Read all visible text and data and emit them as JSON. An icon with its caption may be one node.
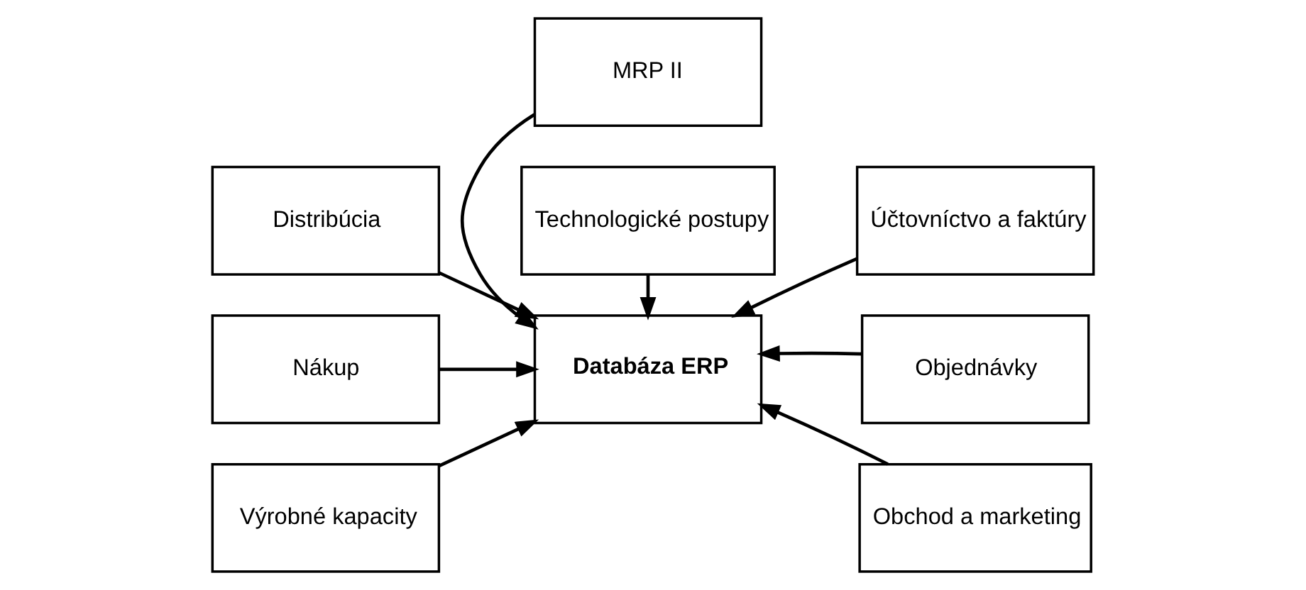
{
  "diagram": {
    "nodes": [
      {
        "text": [
          "MRP II"
        ]
      },
      {
        "text": [
          "Distribúcia"
        ]
      },
      {
        "text": [
          "Účtovníctvo a faktúry"
        ]
      },
      {
        "text": [
          "Nákup"
        ]
      },
      {
        "text": [
          "Databáza ERP"
        ]
      },
      {
        "text": [
          "Objednávky"
        ]
      },
      {
        "text": [
          "Výrobné kapacity"
        ]
      },
      {
        "text": [
          "Obchod a marketing"
        ]
      },
      {
        "text": [
          "Technologické postupy"
        ]
      }
    ],
    "edges": [
      {
        "from": 0,
        "to": 4,
        "arrow": "to"
      },
      {
        "from": 1,
        "to": 4,
        "arrow": "to"
      },
      {
        "from": 2,
        "to": 4,
        "arrow": "to"
      },
      {
        "from": 3,
        "to": 4,
        "arrow": "to"
      },
      {
        "from": 5,
        "to": 4,
        "arrow": "to"
      },
      {
        "from": 6,
        "to": 4,
        "arrow": "to"
      },
      {
        "from": 7,
        "to": 4,
        "arrow": "to"
      },
      {
        "from": 8,
        "to": 4,
        "arrow": "to"
      }
    ]
  }
}
